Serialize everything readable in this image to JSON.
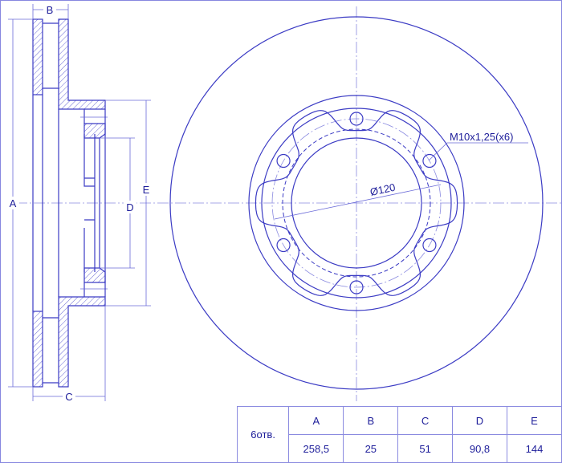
{
  "dimension_labels": {
    "A": "A",
    "B": "B",
    "C": "C",
    "D": "D",
    "E": "E"
  },
  "annotations": {
    "thread": "M10x1,25(x6)",
    "bolt_circle": "Ø120"
  },
  "table": {
    "row_label": "6отв.",
    "headers": [
      "A",
      "B",
      "C",
      "D",
      "E"
    ],
    "values": [
      "258,5",
      "25",
      "51",
      "90,8",
      "144"
    ]
  },
  "colors": {
    "line": "#3b3bc4",
    "centerline": "#8b8be0",
    "text": "#1e1e9a"
  }
}
